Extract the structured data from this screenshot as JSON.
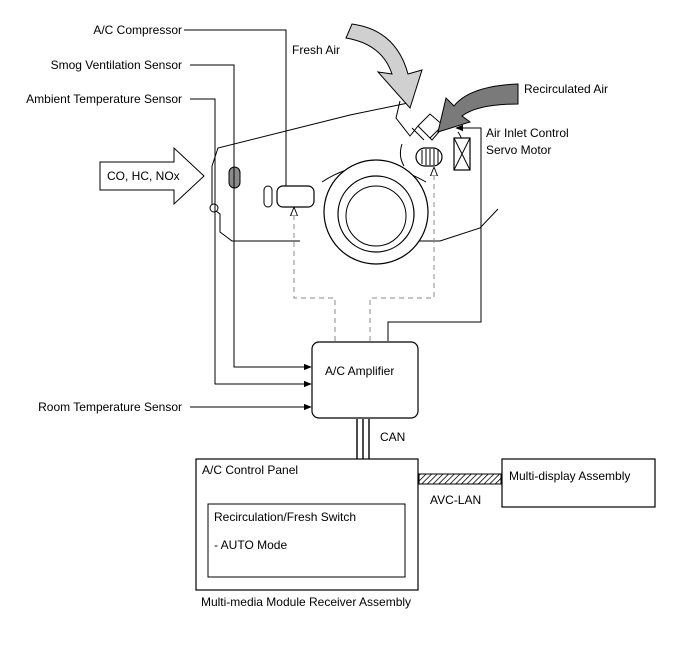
{
  "labels": {
    "ac_compressor": "A/C Compressor",
    "smog_sensor": "Smog Ventilation Sensor",
    "ambient_sensor": "Ambient Temperature Sensor",
    "fresh_air": "Fresh Air",
    "recirculated_air": "Recirculated Air",
    "servo_line1": "Air Inlet Control",
    "servo_line2": "Servo Motor",
    "exhaust_gases": "CO, HC, NOx",
    "ac_amplifier": "A/C Amplifier",
    "room_sensor": "Room Temperature Sensor",
    "can": "CAN",
    "control_panel": "A/C Control Panel",
    "switch_line1": "Recirculation/Fresh Switch",
    "switch_line2": "- AUTO Mode",
    "multi_display": "Multi-display Assembly",
    "avc_lan": "AVC-LAN",
    "receiver_assembly": "Multi-media Module Receiver Assembly"
  },
  "colors": {
    "line": "#000000",
    "dashed": "#888888",
    "recirc_arrow": "#7a7a7a",
    "fresh_arrow": "#d0d0d0"
  }
}
